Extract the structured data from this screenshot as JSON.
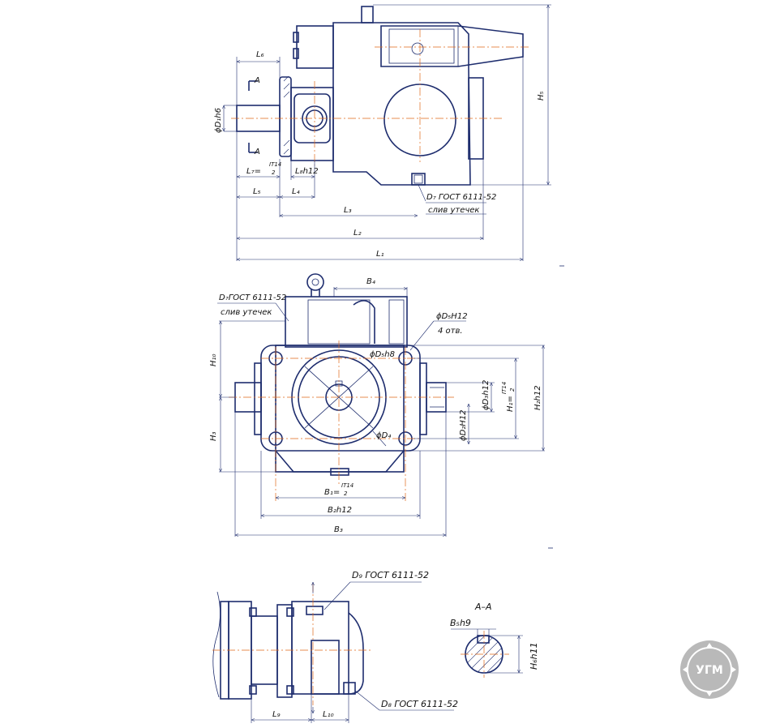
{
  "view1": {
    "labels": {
      "L6": "L₆",
      "A_top": "A",
      "A_bottom": "A",
      "D1": "ϕD₁h6",
      "H5": "H₅",
      "L7": "L₇=",
      "L7_frac_top": "IT14",
      "L7_frac_bottom": "2",
      "L8": "L₈h12",
      "L5": "L₅",
      "L4": "L₄",
      "L3": "L₃",
      "L2": "L₂",
      "L1": "L₁",
      "D7": "D₇ ГОСТ 6111-52",
      "drain": "слив утечек"
    }
  },
  "view2": {
    "labels": {
      "B4": "B₄",
      "D7": "D₇ГОСТ 6111-52",
      "drain": "слив утечек",
      "D5": "ϕD₅H12",
      "holes": "4 отв.",
      "D5h8": "ϕD₅h8",
      "H10": "H₁₀",
      "H3": "H₃",
      "D3": "ϕD₃h12",
      "H1": "H₁=",
      "H1_frac_top": "IT14",
      "H1_frac_bottom": "2",
      "H2": "H₂h12",
      "D2": "ϕD₂H12",
      "D4": "ϕD₄",
      "B1": "B₁=",
      "B1_frac_top": "IT14",
      "B1_frac_bottom": "2",
      "B2": "B₂h12",
      "B3": "B₃"
    }
  },
  "view3": {
    "labels": {
      "D9": "D₉ ГОСТ 6111-52",
      "D8": "D₈ ГОСТ 6111-52",
      "L9": "L₉",
      "L10": "L₁₀"
    }
  },
  "section": {
    "labels": {
      "title": "A–A",
      "B5": "B₅h9",
      "H6": "H₆h11"
    }
  },
  "logo": {
    "text": "УГМ"
  },
  "colors": {
    "line": "#1e2d6e",
    "centerline": "#e06a1a",
    "logo": "#b9b9b9"
  }
}
